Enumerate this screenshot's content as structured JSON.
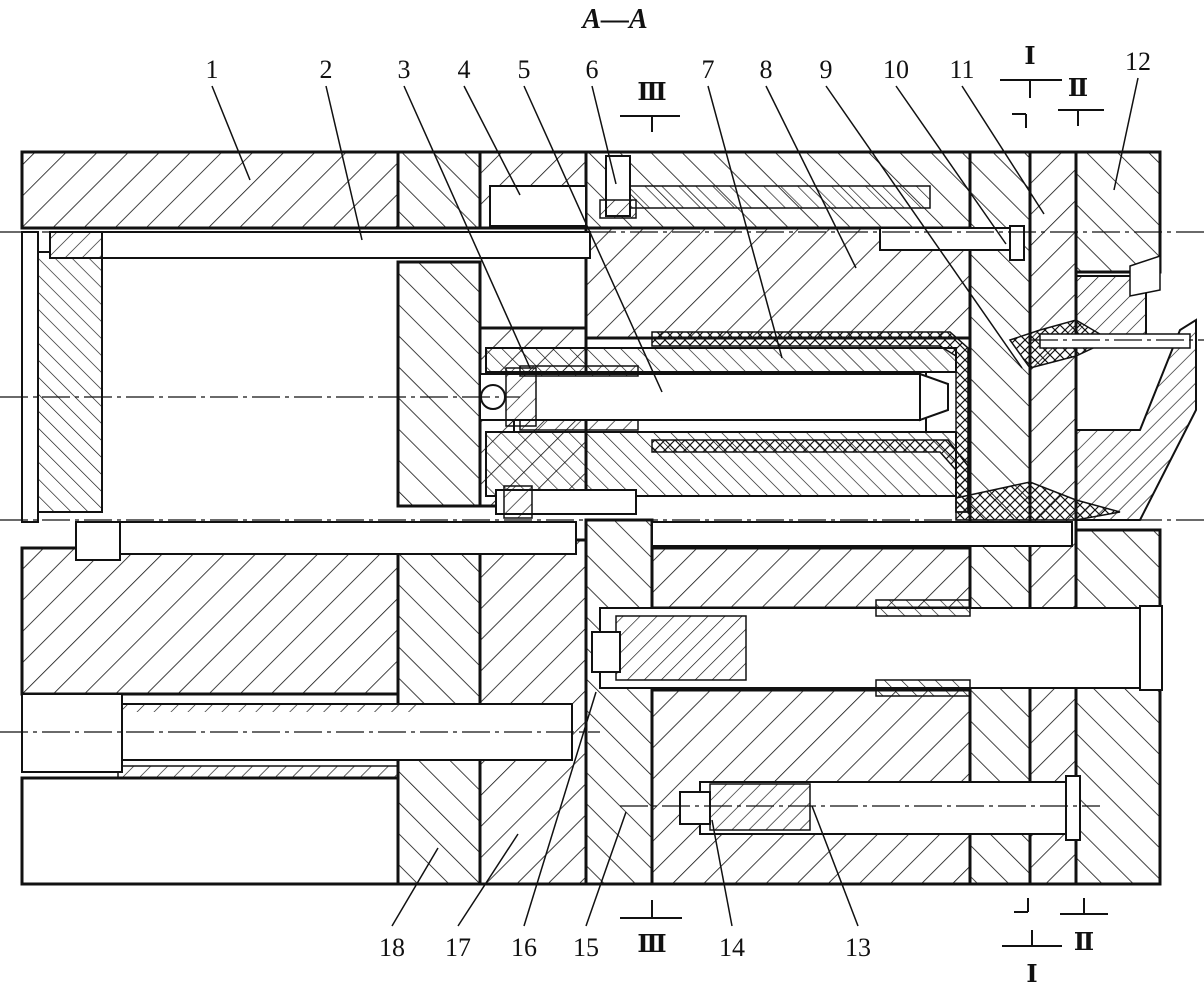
{
  "figure": {
    "section_title": "A—A",
    "part_numbers": [
      "1",
      "2",
      "3",
      "4",
      "5",
      "6",
      "7",
      "8",
      "9",
      "10",
      "11",
      "12",
      "13",
      "14",
      "15",
      "16",
      "17",
      "18"
    ],
    "section_marks": {
      "I": "Ⅰ",
      "II": "Ⅱ",
      "III": "Ⅲ"
    }
  },
  "style": {
    "ink_color": "#111111",
    "paper_color": "#ffffff"
  }
}
